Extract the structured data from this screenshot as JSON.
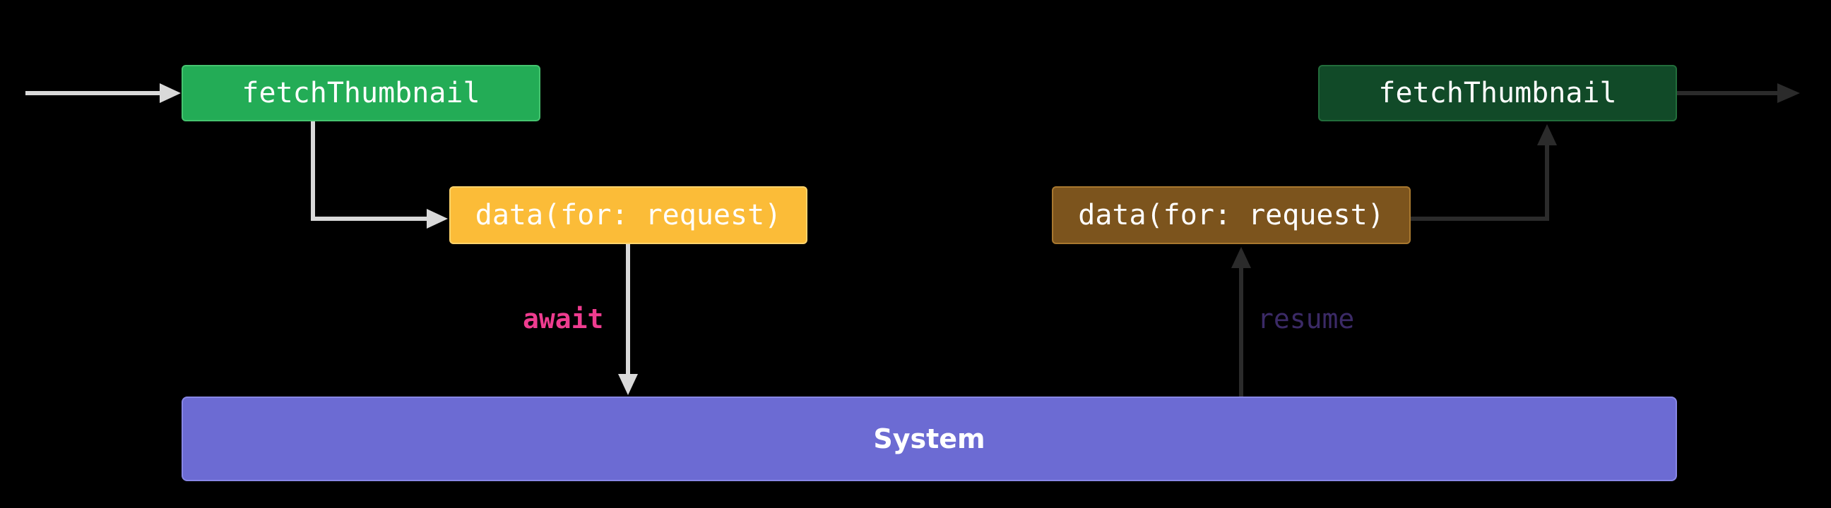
{
  "nodes": {
    "fetch_active": "fetchThumbnail",
    "data_active": "data(for: request)",
    "data_dim": "data(for: request)",
    "fetch_dim": "fetchThumbnail",
    "system": "System"
  },
  "labels": {
    "await": "await",
    "resume": "resume"
  },
  "colors": {
    "fetch_active": "#23ac56",
    "data_active": "#fbbc38",
    "data_dim": "#7c541d",
    "fetch_dim": "#114a28",
    "system": "#6c6bd3",
    "await": "#ee3c8f",
    "resume": "#3b2a66",
    "arrow_active": "#d9d9d9",
    "arrow_dim": "#2b2b2b"
  }
}
